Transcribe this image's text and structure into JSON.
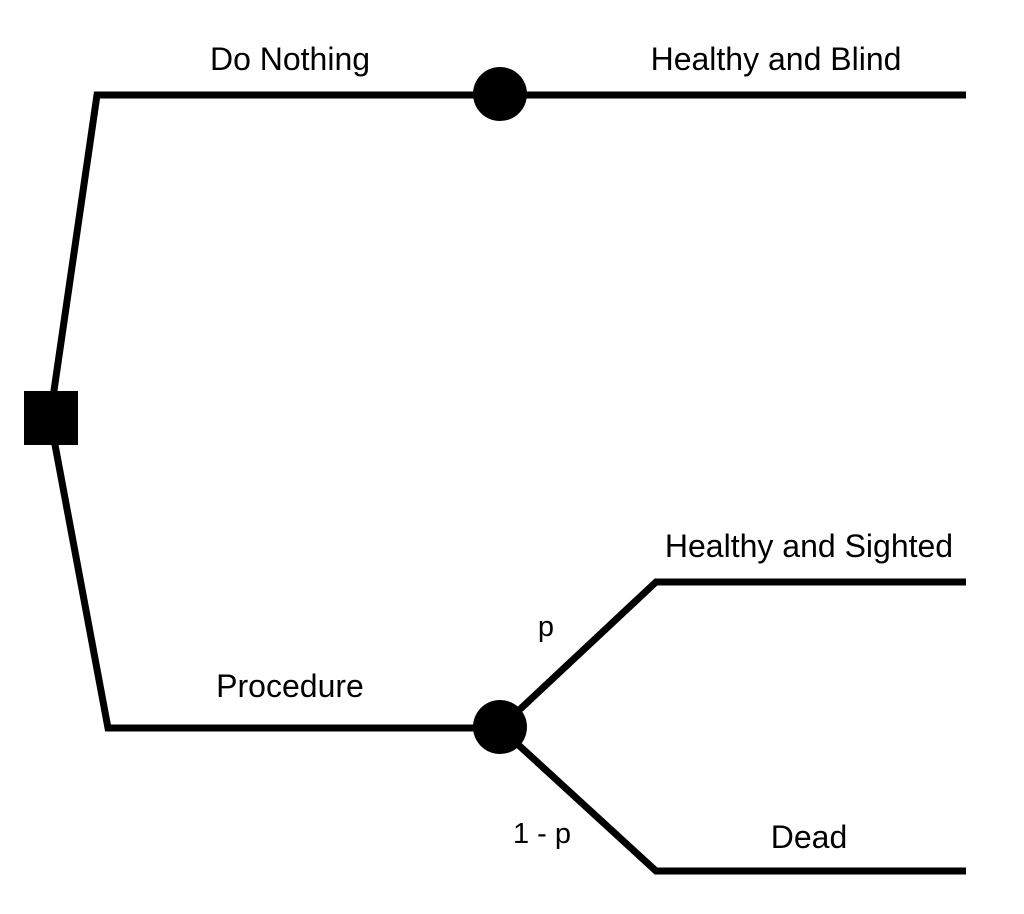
{
  "tree": {
    "decision_node": {
      "type": "decision"
    },
    "branches": [
      {
        "label": "Do Nothing",
        "chance_node": {
          "type": "chance"
        },
        "outcomes": [
          {
            "label": "Healthy and Blind",
            "probability": ""
          }
        ]
      },
      {
        "label": "Procedure",
        "chance_node": {
          "type": "chance"
        },
        "outcomes": [
          {
            "label": "Healthy and Sighted",
            "probability": "p"
          },
          {
            "label": "Dead",
            "probability": "1 - p"
          }
        ]
      }
    ]
  },
  "colors": {
    "line": "#000000",
    "background": "#ffffff"
  }
}
